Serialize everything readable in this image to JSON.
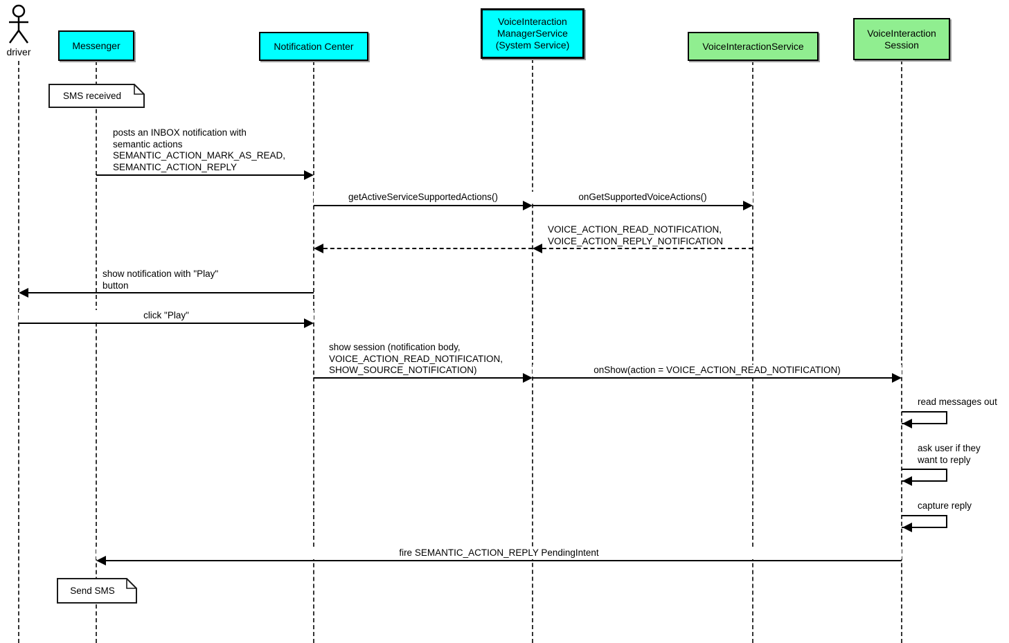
{
  "diagram_type": "uml-sequence-diagram",
  "colors": {
    "participant_cyan": "#00ffff",
    "participant_green": "#90ee90",
    "line": "#000000",
    "lifeline": "#333333",
    "note_fill": "#ffffff",
    "background": "#ffffff"
  },
  "participants": [
    {
      "id": "driver",
      "kind": "actor",
      "label": "driver"
    },
    {
      "id": "messenger",
      "kind": "box",
      "label": "Messenger",
      "color": "#00ffff"
    },
    {
      "id": "notification-center",
      "kind": "box",
      "label": "Notification Center",
      "color": "#00ffff"
    },
    {
      "id": "voice-interaction-manager-service",
      "kind": "box",
      "label": "VoiceInteraction\nManagerService\n(System Service)",
      "color": "#00ffff"
    },
    {
      "id": "voice-interaction-service",
      "kind": "box",
      "label": "VoiceInteractionService",
      "color": "#90ee90"
    },
    {
      "id": "voice-interaction-session",
      "kind": "box",
      "label": "VoiceInteraction\nSession",
      "color": "#90ee90"
    }
  ],
  "notes": [
    {
      "label": "SMS received",
      "attached_to": "messenger"
    },
    {
      "label": "Send SMS",
      "attached_to": "messenger"
    }
  ],
  "messages": [
    {
      "label": "posts an INBOX notification with\nsemantic actions\nSEMANTIC_ACTION_MARK_AS_READ,\nSEMANTIC_ACTION_REPLY",
      "from": "messenger",
      "to": "notification-center",
      "style": "solid"
    },
    {
      "label": "getActiveServiceSupportedActions()",
      "from": "notification-center",
      "to": "voice-interaction-manager-service",
      "style": "solid"
    },
    {
      "label": "onGetSupportedVoiceActions()",
      "from": "voice-interaction-manager-service",
      "to": "voice-interaction-service",
      "style": "solid"
    },
    {
      "label": "VOICE_ACTION_READ_NOTIFICATION,\nVOICE_ACTION_REPLY_NOTIFICATION",
      "from": "voice-interaction-service",
      "to": "notification-center",
      "style": "dashed-return"
    },
    {
      "label": "show notification with \"Play\"\nbutton",
      "from": "notification-center",
      "to": "driver",
      "style": "solid"
    },
    {
      "label": "click \"Play\"",
      "from": "driver",
      "to": "notification-center",
      "style": "solid"
    },
    {
      "label": "show session (notification body,\nVOICE_ACTION_READ_NOTIFICATION,\nSHOW_SOURCE_NOTIFICATION)",
      "from": "notification-center",
      "to": "voice-interaction-manager-service",
      "style": "solid"
    },
    {
      "label": "onShow(action = VOICE_ACTION_READ_NOTIFICATION)",
      "from": "voice-interaction-manager-service",
      "to": "voice-interaction-session",
      "style": "solid"
    },
    {
      "label": "read messages out",
      "from": "voice-interaction-session",
      "to": "voice-interaction-session",
      "style": "self"
    },
    {
      "label": "ask user if they\nwant to reply",
      "from": "voice-interaction-session",
      "to": "voice-interaction-session",
      "style": "self"
    },
    {
      "label": "capture reply",
      "from": "voice-interaction-session",
      "to": "voice-interaction-session",
      "style": "self"
    },
    {
      "label": "fire SEMANTIC_ACTION_REPLY PendingIntent",
      "from": "voice-interaction-session",
      "to": "messenger",
      "style": "solid"
    }
  ]
}
